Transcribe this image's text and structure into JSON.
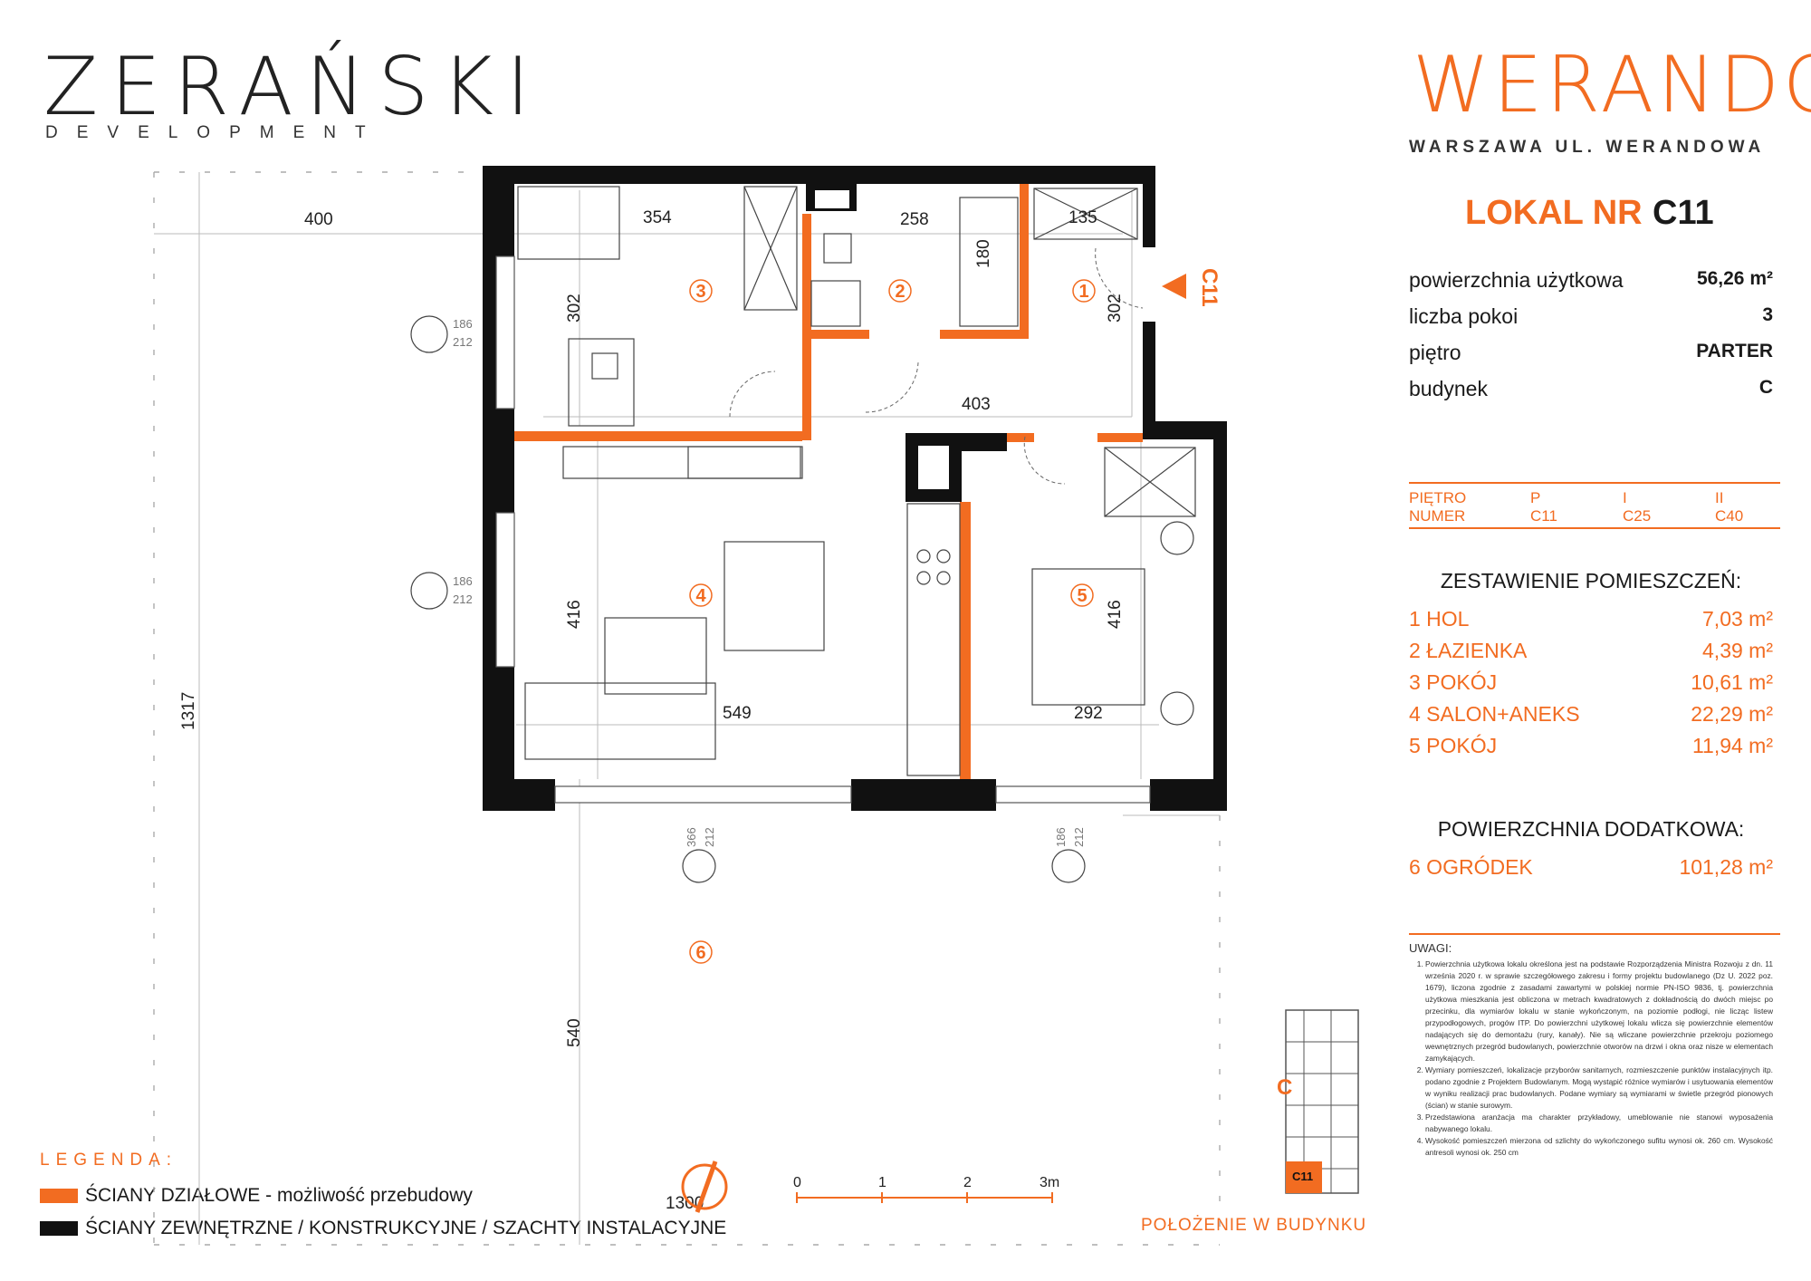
{
  "brand": {
    "developer": "ZERAŃSKI",
    "developer_sub": "DEVELOPMENT",
    "project": "WERANDOVA",
    "project_address": "WARSZAWA UL. WERANDOWA"
  },
  "unit": {
    "label": "LOKAL NR",
    "number": "C11",
    "details": [
      {
        "label": "powierzchnia użytkowa",
        "value": "56,26 m²"
      },
      {
        "label": "liczba pokoi",
        "value": "3"
      },
      {
        "label": "piętro",
        "value": "PARTER"
      },
      {
        "label": "budynek",
        "value": "C"
      }
    ]
  },
  "floor_table": {
    "row_labels": [
      "PIĘTRO",
      "NUMER"
    ],
    "columns": [
      {
        "floor": "P",
        "number": "C11"
      },
      {
        "floor": "I",
        "number": "C25"
      },
      {
        "floor": "II",
        "number": "C40"
      }
    ]
  },
  "rooms_title": "ZESTAWIENIE POMIESZCZEŃ:",
  "rooms": [
    {
      "label": "1 HOL",
      "area": "7,03 m²"
    },
    {
      "label": "2 ŁAZIENKA",
      "area": "4,39 m²"
    },
    {
      "label": "3 POKÓJ",
      "area": "10,61 m²"
    },
    {
      "label": "4 SALON+ANEKS",
      "area": "22,29 m²"
    },
    {
      "label": "5 POKÓJ",
      "area": "11,94 m²"
    }
  ],
  "extra_title": "POWIERZCHNIA DODATKOWA:",
  "extra": [
    {
      "label": "6 OGRÓDEK",
      "area": "101,28 m²"
    }
  ],
  "notes": {
    "title": "UWAGI:",
    "items": [
      "Powierzchnia użytkowa lokalu określona jest na podstawie Rozporządzenia Ministra Rozwoju z dn. 11 września 2020 r. w sprawie szczegółowego zakresu i formy projektu budowlanego (Dz U. 2022 poz. 1679), liczona zgodnie z zasadami zawartymi w polskiej normie PN-ISO 9836, tj. powierzchnia użytkowa mieszkania jest obliczona w metrach kwadratowych z dokładnością do dwóch miejsc po przecinku, dla wymiarów lokalu w stanie wykończonym, na poziomie podłogi, nie licząc listew przypodłogowych, progów ITP. Do powierzchni użytkowej lokalu wlicza się powierzchnie elementów nadających się do demontażu (rury, kanały). Nie są wliczane powierzchnie przekroju poziomego wewnętrznych przegród budowlanych, powierzchnie otworów na drzwi i okna oraz nisze w elementach zamykających.",
      "Wymiary pomieszczeń, lokalizacje przyborów sanitarnych, rozmieszczenie punktów instalacyjnych itp. podano zgodnie z Projektem Budowlanym. Mogą wystąpić różnice wymiarów i usytuowania elementów w wyniku realizacji prac budowlanych. Podane wymiary są wymiarami w świetle przegród pionowych (ścian) w stanie surowym.",
      "Przedstawiona aranżacja ma charakter przykładowy, umeblowanie nie stanowi wyposażenia nabywanego lokalu.",
      "Wysokość pomieszczeń mierzona od szlichty do wykończonego sufitu wynosi ok. 260 cm. Wysokość antresoli wynosi ok. 250 cm"
    ]
  },
  "legend": {
    "title": "LEGENDA:",
    "items": [
      {
        "color": "#f26c21",
        "text": "ŚCIANY DZIAŁOWE - możliwość przebudowy"
      },
      {
        "color": "#111111",
        "text": "ŚCIANY ZEWNĘTRZNE / KONSTRUKCYJNE / SZACHTY INSTALACYJNE"
      }
    ]
  },
  "location_label": "POŁOŻENIE W BUDYNKU",
  "location_map": {
    "building": "C",
    "unit": "C11"
  },
  "plan": {
    "room_numbers": [
      "1",
      "2",
      "3",
      "4",
      "5",
      "6"
    ],
    "dimensions": [
      "400",
      "354",
      "258",
      "135",
      "180",
      "302",
      "302",
      "403",
      "416",
      "416",
      "549",
      "292",
      "1317",
      "540",
      "1300"
    ],
    "window_labels": [
      {
        "w": "186",
        "h": "212"
      },
      {
        "w": "186",
        "h": "212"
      },
      {
        "w": "366",
        "h": "212"
      },
      {
        "w": "186",
        "h": "212"
      }
    ],
    "scale": [
      "0",
      "1",
      "2",
      "3m"
    ],
    "entrance_label": "C11"
  },
  "colors": {
    "accent": "#f26c21",
    "wall": "#111111"
  }
}
